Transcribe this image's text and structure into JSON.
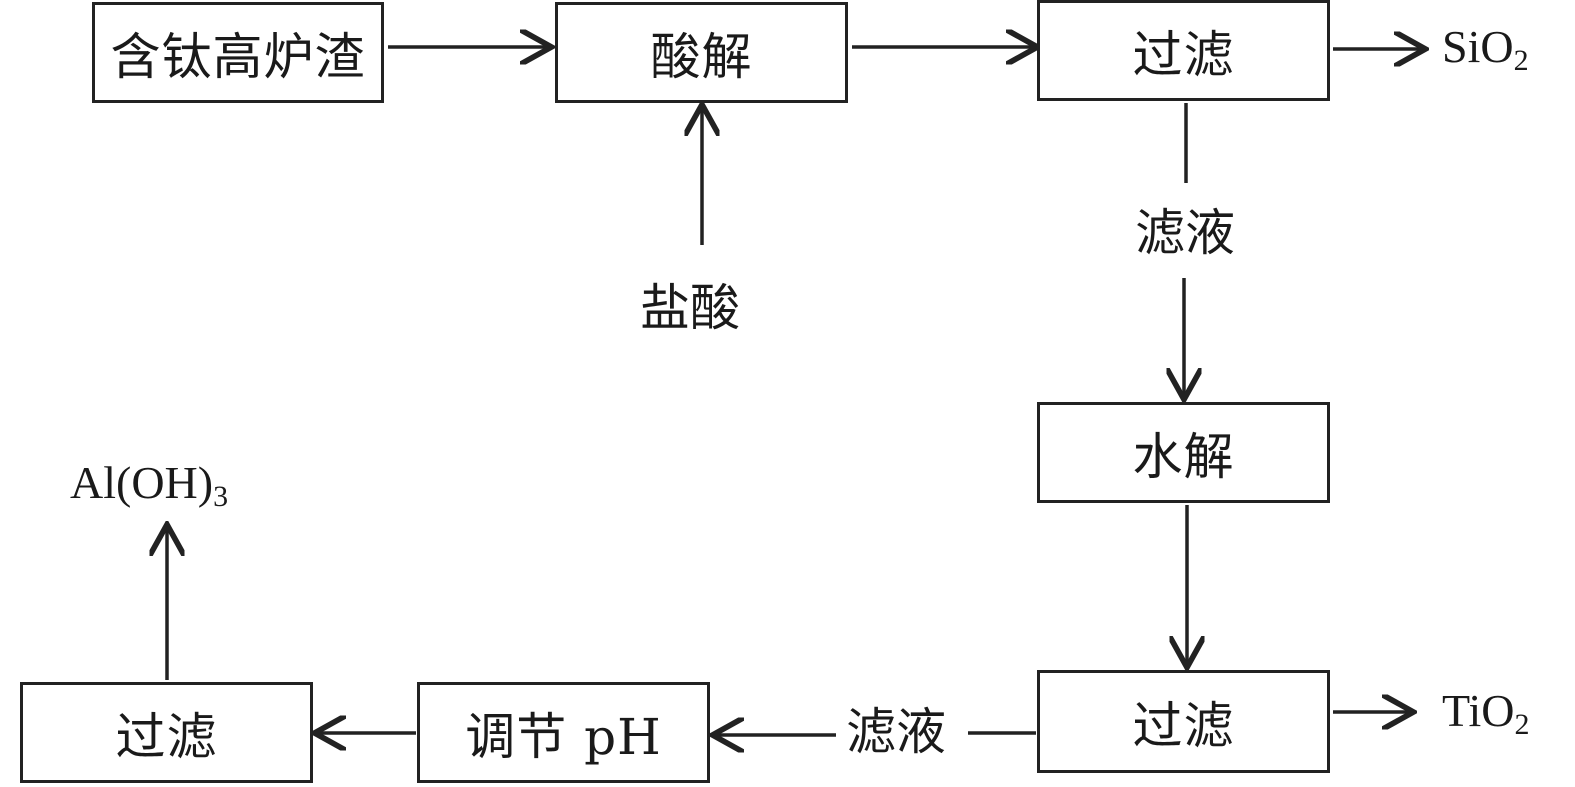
{
  "nodes": {
    "slag": "含钛高炉渣",
    "acid_leach": "酸解",
    "filter1": "过滤",
    "hydrolysis": "水解",
    "filter2": "过滤",
    "adjust_ph": "调节 pH",
    "filter3": "过滤"
  },
  "labels": {
    "hcl": "盐酸",
    "filtrate1": "滤液",
    "filtrate2": "滤液"
  },
  "products": {
    "sio2": {
      "main": "SiO",
      "sub": "2"
    },
    "tio2": {
      "main": "TiO",
      "sub": "2"
    },
    "aloh3": {
      "main": "Al(OH)",
      "sub": "3"
    }
  }
}
